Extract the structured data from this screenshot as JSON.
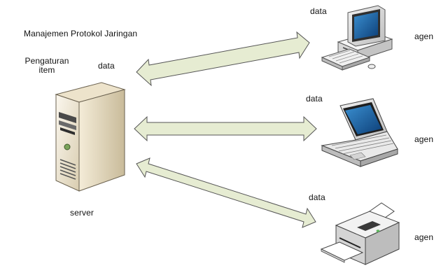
{
  "diagram": {
    "title": "Manajemen Protokol Jaringan",
    "manager_label_line1": "Pengaturan",
    "manager_label_line2": "item",
    "server_label": "server",
    "agent_label": "agen",
    "data_label": "data",
    "arrow_fill": "#e6ecd2",
    "arrow_stroke": "#555555",
    "agents": [
      {
        "device": "desktop-computer-icon",
        "label": "agen",
        "data_label": "data"
      },
      {
        "device": "laptop-icon",
        "label": "agen",
        "data_label": "data"
      },
      {
        "device": "printer-icon",
        "label": "agen",
        "data_label": "data"
      }
    ]
  }
}
